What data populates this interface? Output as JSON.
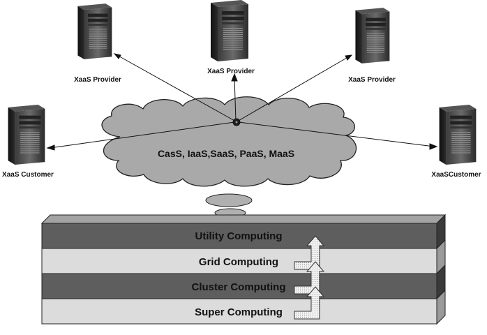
{
  "providers": [
    {
      "label": "XaaS Provider"
    },
    {
      "label": "XaaS Provider"
    },
    {
      "label": "XaaS Provider"
    }
  ],
  "customers": [
    {
      "label": "XaaS Customer"
    },
    {
      "label": "XaaSCustomer"
    }
  ],
  "cloud": {
    "label": "CasS, IaaS,SaaS, PaaS, MaaS"
  },
  "layers": [
    {
      "label": "Utility Computing"
    },
    {
      "label": "Grid Computing"
    },
    {
      "label": "Cluster Computing"
    },
    {
      "label": "Super Computing"
    }
  ],
  "colors": {
    "dark_layer": "#5e5e5e",
    "light_layer": "#dcdcdc",
    "cloud_fill": "#a9a9a9",
    "server_body": "#1e1e1e"
  }
}
